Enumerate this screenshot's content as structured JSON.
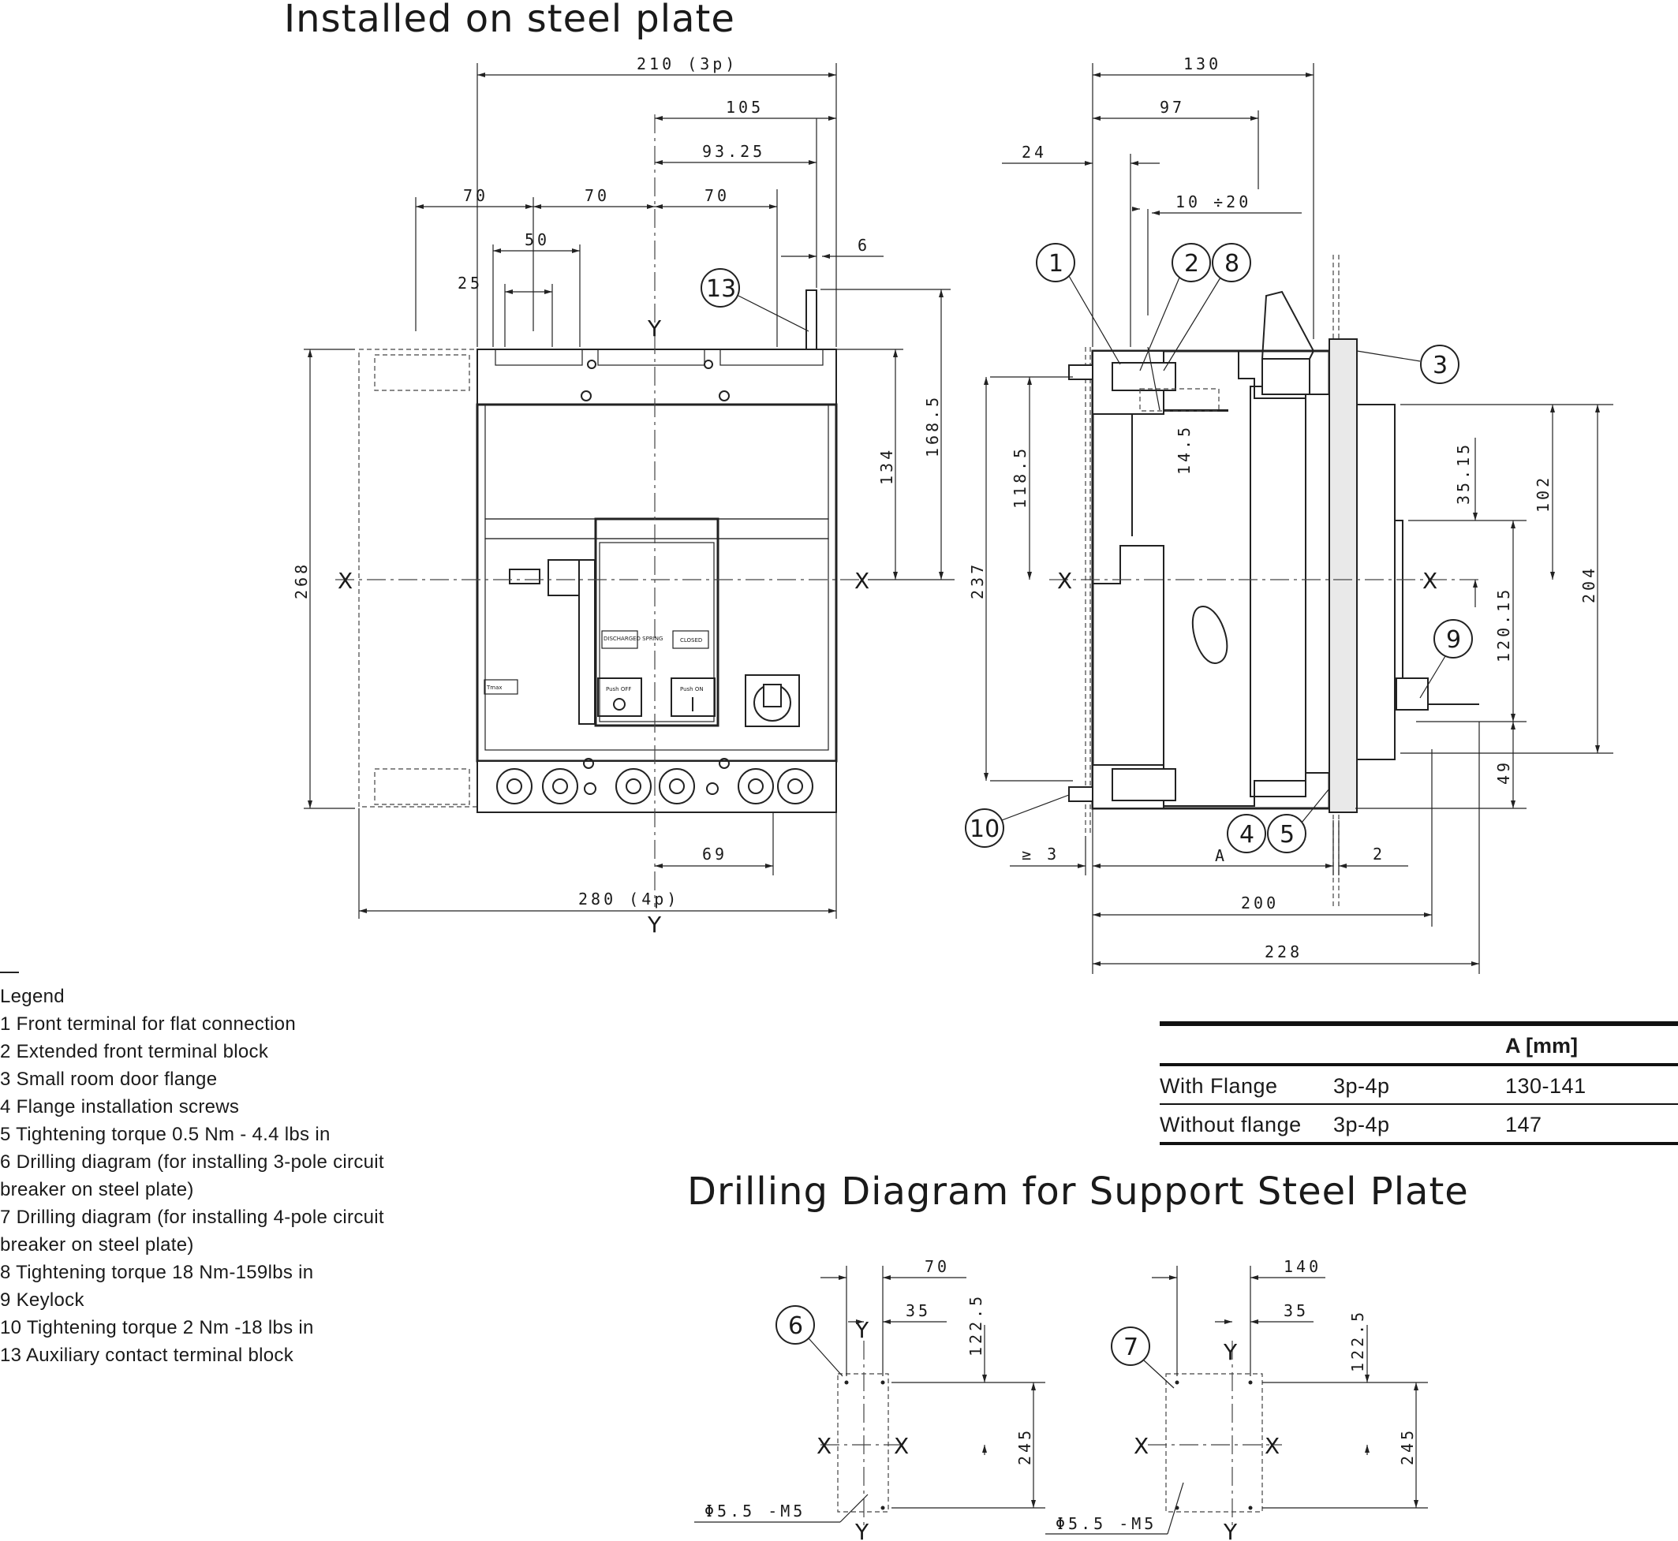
{
  "titles": {
    "main": "Installed on steel plate",
    "drilling": "Drilling Diagram for Support Steel Plate"
  },
  "front_view": {
    "dims_top": [
      "210 (3p)",
      "105",
      "93.25",
      "70",
      "70",
      "70",
      "50",
      "25",
      "6"
    ],
    "dims_side": [
      "134",
      "168.5",
      "268"
    ],
    "dims_bottom": [
      "69",
      "280 (4p)"
    ],
    "axis_labels": [
      "X",
      "X",
      "Y",
      "Y"
    ],
    "callouts": [
      "13"
    ],
    "panel_labels": [
      "Push OFF",
      "Push ON",
      "DISCHARGED SPRING",
      "CLOSED",
      "Tmax"
    ]
  },
  "side_view": {
    "dims_top": [
      "130",
      "97",
      "24",
      "10 ÷20"
    ],
    "dims_left": [
      "118.5",
      "237",
      "14.5"
    ],
    "dims_right": [
      "35.15",
      "102",
      "204",
      "120.15",
      "49"
    ],
    "dims_bottom": [
      "≥ 3",
      "A",
      "2",
      "200",
      "228"
    ],
    "axis_labels": [
      "X",
      "X"
    ],
    "callouts": [
      "1",
      "2",
      "8",
      "3",
      "9",
      "10",
      "4",
      "5"
    ]
  },
  "drilling_3p": {
    "callout": "6",
    "dims": [
      "70",
      "35",
      "122.5",
      "245"
    ],
    "hole_label": "Φ5.5  -M5",
    "axis_labels": [
      "X",
      "X",
      "Y",
      "Y"
    ]
  },
  "drilling_4p": {
    "callout": "7",
    "dims": [
      "140",
      "35",
      "122.5",
      "245"
    ],
    "hole_label": "Φ5.5  -M5",
    "axis_labels": [
      "X",
      "X",
      "Y",
      "Y"
    ]
  },
  "legend": {
    "title": "Legend",
    "items": [
      "1 Front terminal for flat connection",
      "2 Extended front terminal block",
      "3 Small room door flange",
      "4 Flange installation screws",
      "5 Tightening torque 0.5 Nm - 4.4 lbs in",
      "6 Drilling diagram (for installing 3-pole circuit breaker on steel plate)",
      "7 Drilling diagram (for installing 4-pole circuit breaker on steel plate)",
      "8 Tightening torque 18 Nm-159lbs in",
      "9 Keylock",
      "10 Tightening torque 2 Nm -18 lbs in",
      "13 Auxiliary contact terminal block"
    ]
  },
  "table": {
    "headers": [
      "",
      "",
      "A [mm]"
    ],
    "rows": [
      [
        "With Flange",
        "3p-4p",
        "130-141"
      ],
      [
        "Without flange",
        "3p-4p",
        "147"
      ]
    ]
  }
}
